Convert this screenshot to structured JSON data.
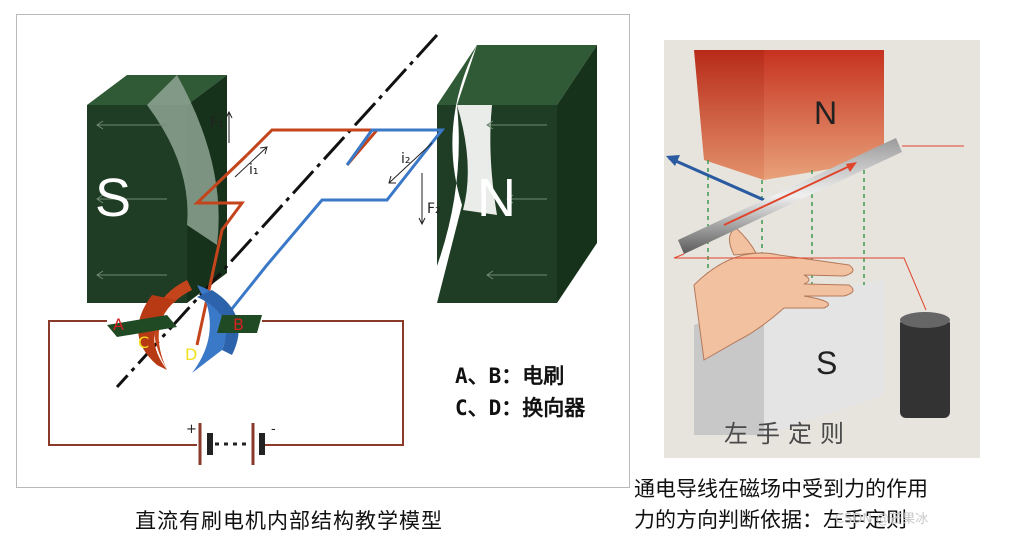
{
  "left_figure": {
    "pole_left": "S",
    "pole_right": "N",
    "force_1": "F₁",
    "force_2": "F₂",
    "current_1": "i₁",
    "current_2": "i₂",
    "brush_a": "A",
    "brush_b": "B",
    "commutator_c": "C",
    "commutator_d": "D",
    "battery_plus": "+",
    "battery_minus": "-",
    "legend_line_1": "A、B：电刷",
    "legend_line_2": "C、D：换向器",
    "caption": "直流有刷电机内部结构教学模型"
  },
  "right_figure": {
    "pole_top": "N",
    "pole_bottom": "S",
    "title": "左手定则",
    "caption_line_1": "通电导线在磁场中受到力的作用",
    "caption_line_2": "力的方向判断依据：左手定则",
    "watermark": "CSDN @芒果冰"
  },
  "colors": {
    "magnet": "#1f3d24",
    "coil_red": "#c4441b",
    "coil_blue": "#3a78c8",
    "circuit": "#8b3a2a"
  }
}
